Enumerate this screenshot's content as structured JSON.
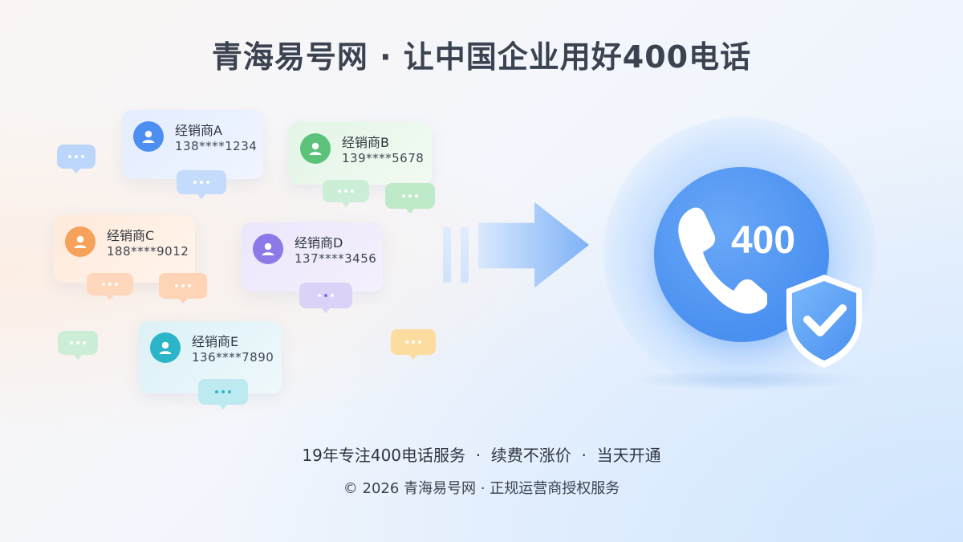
{
  "headline": "青海易号网 · 让中国企业用好400电话",
  "dealers": [
    {
      "name": "经销商A",
      "phone": "138****1234",
      "color": "#4c8ef2"
    },
    {
      "name": "经销商B",
      "phone": "139****5678",
      "color": "#5cc27a"
    },
    {
      "name": "经销商C",
      "phone": "188****9012",
      "color": "#f6a25a"
    },
    {
      "name": "经销商D",
      "phone": "137****3456",
      "color": "#8d7ae8"
    },
    {
      "name": "经销商E",
      "phone": "136****7890",
      "color": "#2cb4c8"
    }
  ],
  "hub": {
    "number": "400",
    "brand_color": "#4a90f0",
    "icons": [
      "phone-handset-icon",
      "shield-check-icon"
    ]
  },
  "footer": {
    "tagline": "19年专注400电话服务  ·  续费不涨价  ·  当天开通",
    "copyright": "© 2026 青海易号网 · 正规运营商授权服务"
  }
}
